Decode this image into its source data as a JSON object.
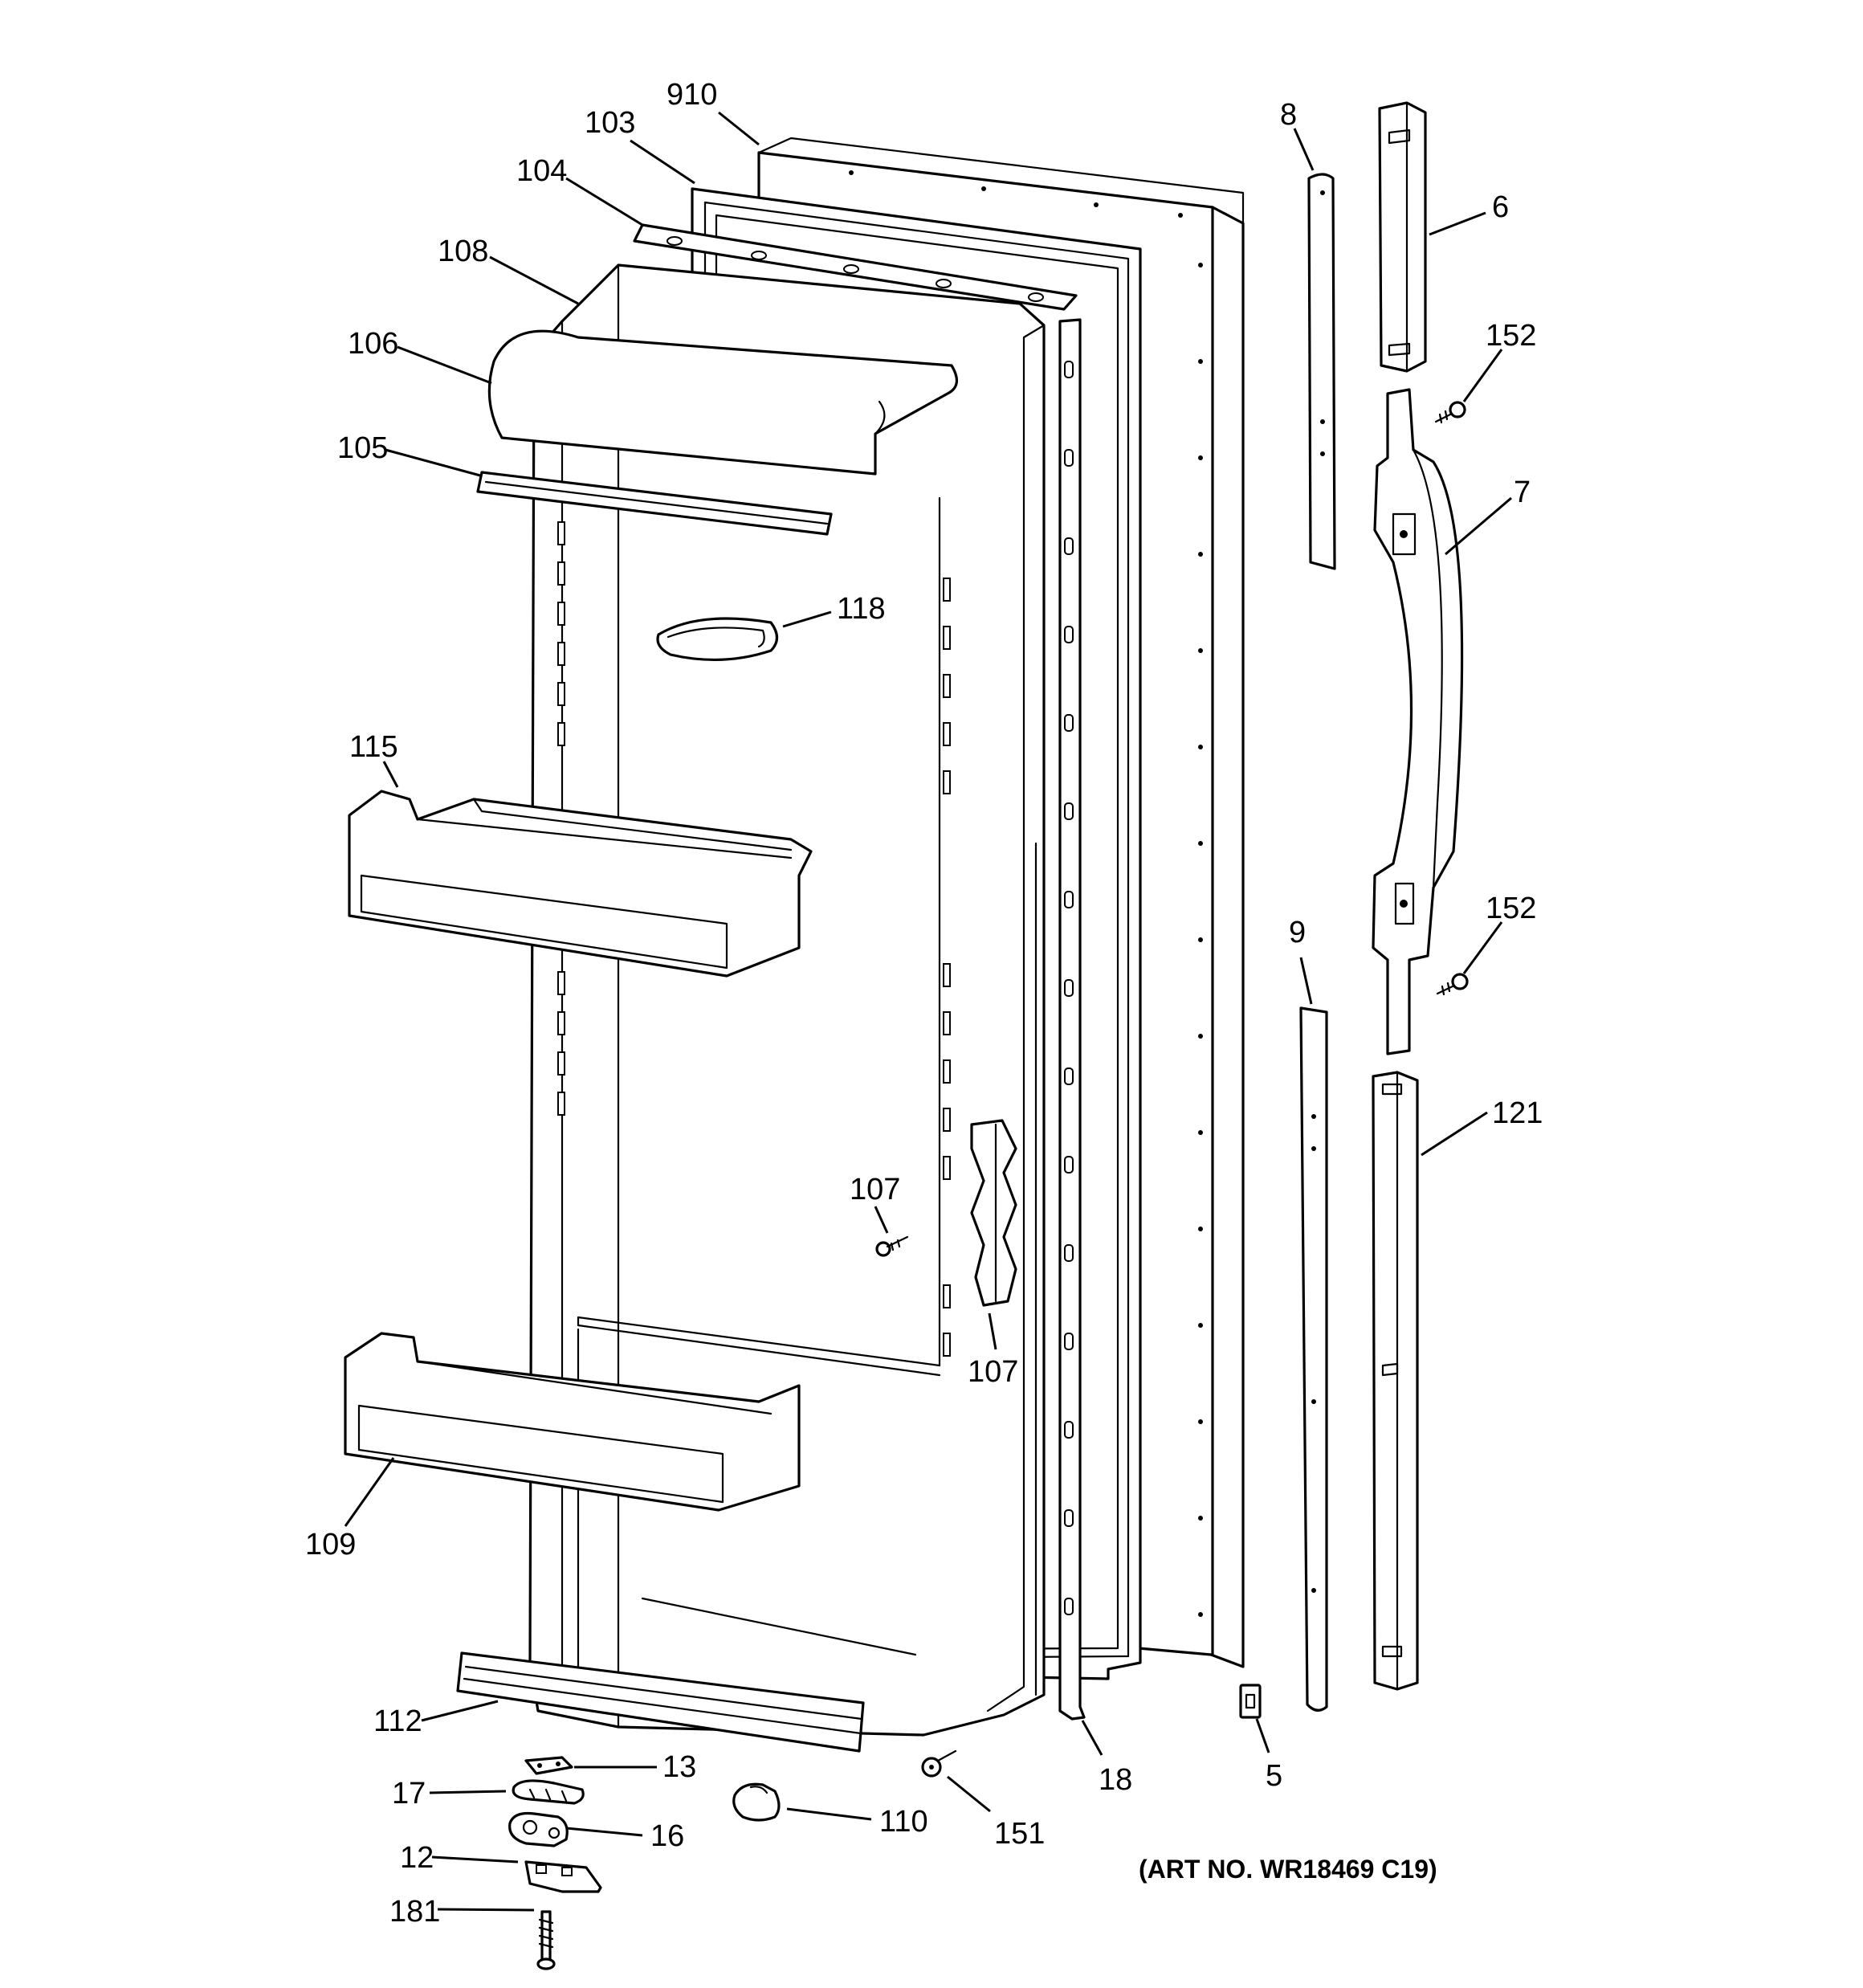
{
  "callouts": {
    "c910": "910",
    "c103": "103",
    "c104": "104",
    "c108": "108",
    "c106": "106",
    "c105": "105",
    "c118": "118",
    "c115": "115",
    "c107a": "107",
    "c107b": "107",
    "c109": "109",
    "c112": "112",
    "c13": "13",
    "c17": "17",
    "c16": "16",
    "c12": "12",
    "c181": "181",
    "c110": "110",
    "c151": "151",
    "c18": "18",
    "c5": "5",
    "c8": "8",
    "c6": "6",
    "c152a": "152",
    "c7": "7",
    "c152b": "152",
    "c9": "9",
    "c121": "121"
  },
  "art_number": "(ART NO. WR18469 C19)"
}
